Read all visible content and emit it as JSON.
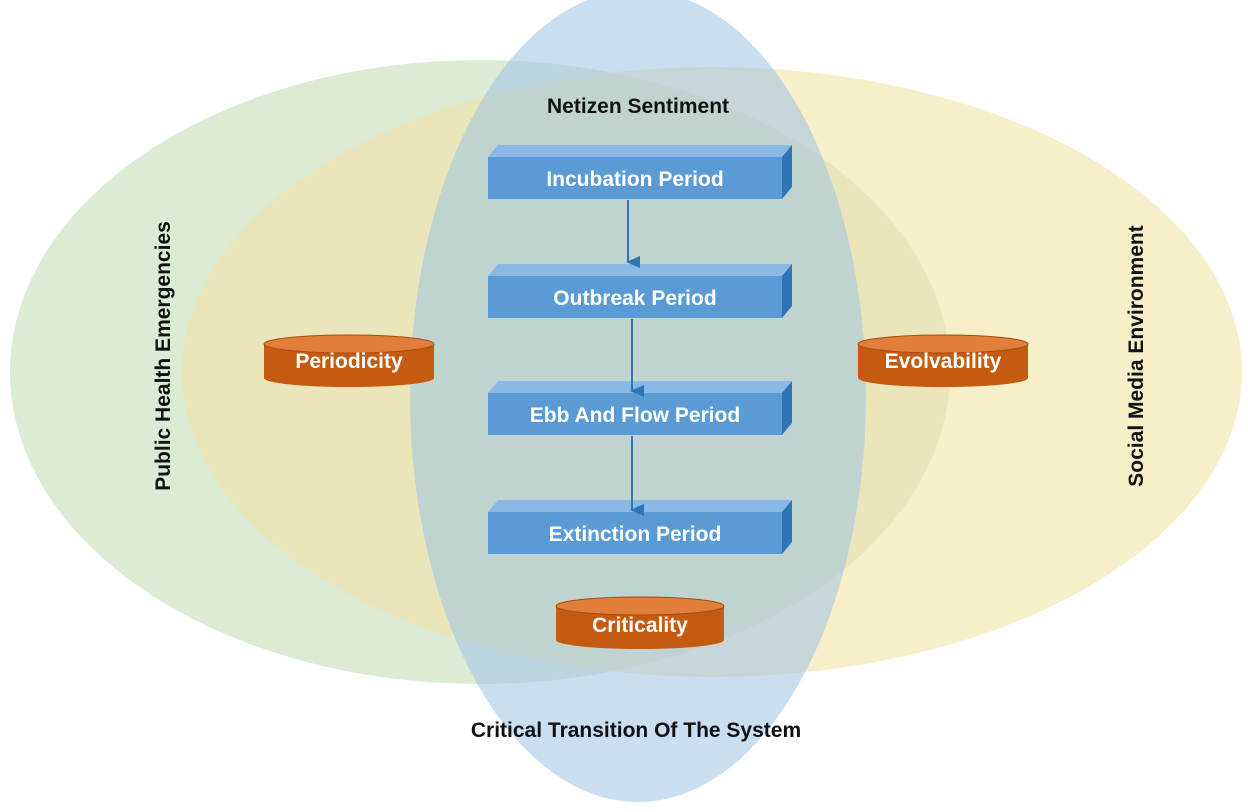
{
  "diagram": {
    "regions": {
      "left": "Public Health Emergencies",
      "right": "Social Media Environment",
      "center_top": "Netizen Sentiment",
      "center_bottom": "Critical Transition Of The System"
    },
    "periods": [
      "Incubation Period",
      "Outbreak Period",
      "Ebb And Flow Period",
      "Extinction Period"
    ],
    "properties": {
      "left": "Periodicity",
      "right": "Evolvability",
      "bottom": "Criticality"
    },
    "colors": {
      "left_ellipse": "#d6e8cd",
      "right_ellipse": "#f3e7b4",
      "center_ellipse": "#9ec3e6",
      "box_front": "#5b9bd5",
      "box_side": "#2e75b6",
      "box_top": "#7fb2e3",
      "cylinder": "#c55a11",
      "cylinder_top": "#e07e3a",
      "arrow": "#2e75b6"
    }
  }
}
